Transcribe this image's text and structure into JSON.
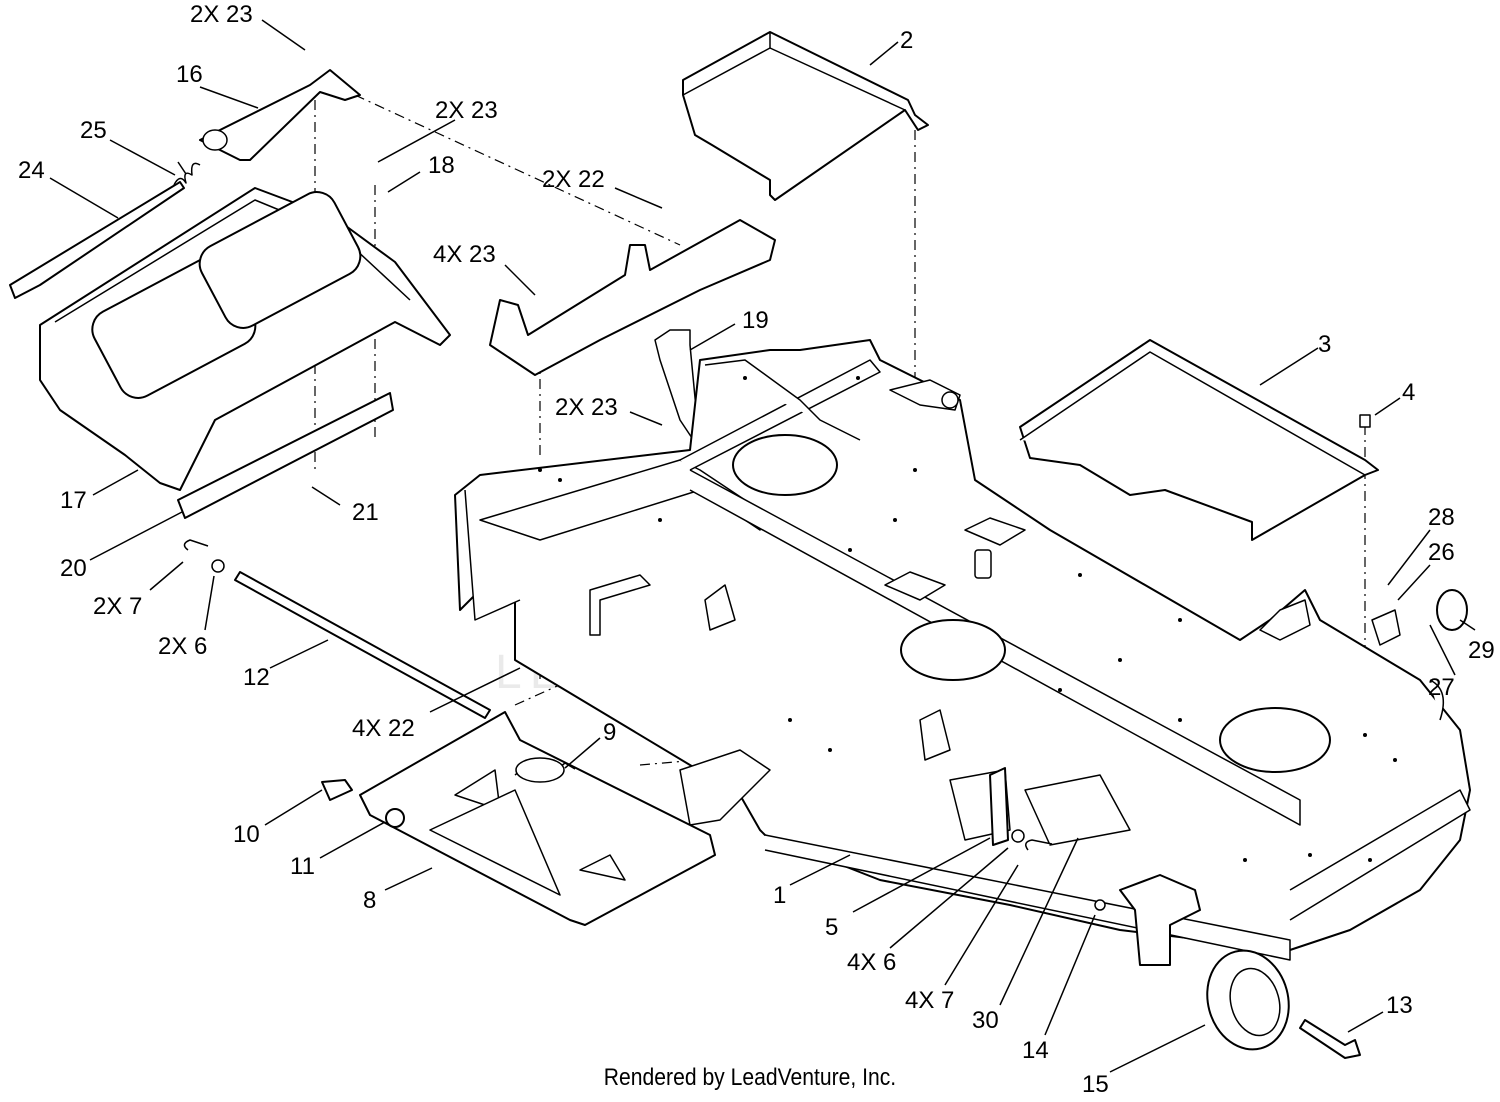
{
  "watermark": "LEADVENTURE",
  "footer": "Rendered by LeadVenture, Inc.",
  "callouts": {
    "c1": "1",
    "c2": "2",
    "c3": "3",
    "c4": "4",
    "c5": "5",
    "c8": "8",
    "c9": "9",
    "c10": "10",
    "c11": "11",
    "c12": "12",
    "c13": "13",
    "c14": "14",
    "c15": "15",
    "c16": "16",
    "c17": "17",
    "c18": "18",
    "c19": "19",
    "c20": "20",
    "c21": "21",
    "c24": "24",
    "c25": "25",
    "c26": "26",
    "c27": "27",
    "c28": "28",
    "c29": "29",
    "c30": "30",
    "c23a": "2X 23",
    "c23b": "2X 23",
    "c23c": "2X 23",
    "c23d": "4X 23",
    "c22a": "2X 22",
    "c22b": "4X 22",
    "c7a": "2X 7",
    "c6a": "2X 6",
    "c6b": "4X 6",
    "c7b": "4X 7"
  }
}
